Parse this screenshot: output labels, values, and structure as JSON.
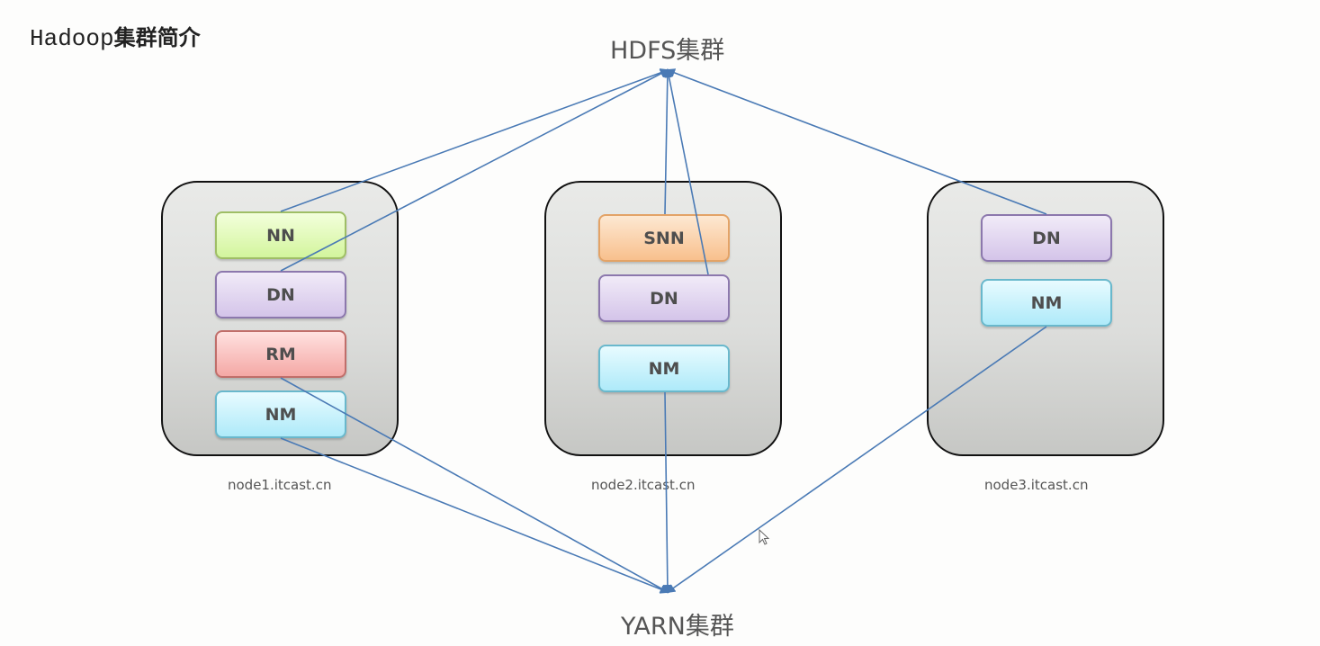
{
  "title": {
    "prefix": "Hadoop",
    "suffix": "集群简介"
  },
  "clusters": {
    "hdfs": "HDFS集群",
    "yarn": "YARN集群"
  },
  "colors": {
    "link": "#4a7ab5",
    "nn": "#d3f59d",
    "dn": "#d4c4e9",
    "rm": "#f4a8a5",
    "nm": "#aeeaf9",
    "snn": "#f8c08d"
  },
  "nodes": [
    {
      "hostname": "node1.itcast.cn",
      "services": [
        "NN",
        "DN",
        "RM",
        "NM"
      ]
    },
    {
      "hostname": "node2.itcast.cn",
      "services": [
        "SNN",
        "DN",
        "NM"
      ]
    },
    {
      "hostname": "node3.itcast.cn",
      "services": [
        "DN",
        "NM"
      ]
    }
  ],
  "links": [
    {
      "from": "node1.NN",
      "to": "HDFS集群"
    },
    {
      "from": "node1.DN",
      "to": "HDFS集群"
    },
    {
      "from": "node2.SNN",
      "to": "HDFS集群"
    },
    {
      "from": "node2.DN",
      "to": "HDFS集群"
    },
    {
      "from": "node3.DN",
      "to": "HDFS集群"
    },
    {
      "from": "node1.RM",
      "to": "YARN集群"
    },
    {
      "from": "node1.NM",
      "to": "YARN集群"
    },
    {
      "from": "node2.NM",
      "to": "YARN集群"
    },
    {
      "from": "node3.NM",
      "to": "YARN集群"
    }
  ]
}
